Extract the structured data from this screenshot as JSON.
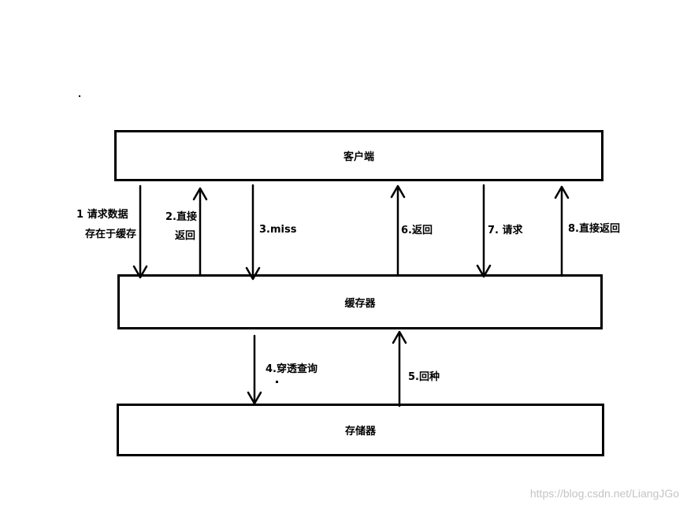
{
  "boxes": {
    "client": "客户端",
    "cache": "缓存器",
    "storage": "存储器"
  },
  "arrows": {
    "a1_line1": "1 请求数据",
    "a1_line2": "存在于缓存",
    "a2_line1": "2.直接",
    "a2_line2": "返回",
    "a3": "3.miss",
    "a4": "4.穿透查询",
    "a5": "5.回种",
    "a6": "6.返回",
    "a7": "7. 请求",
    "a8": "8.直接返回"
  },
  "watermark": "https://blog.csdn.net/LiangJGo"
}
